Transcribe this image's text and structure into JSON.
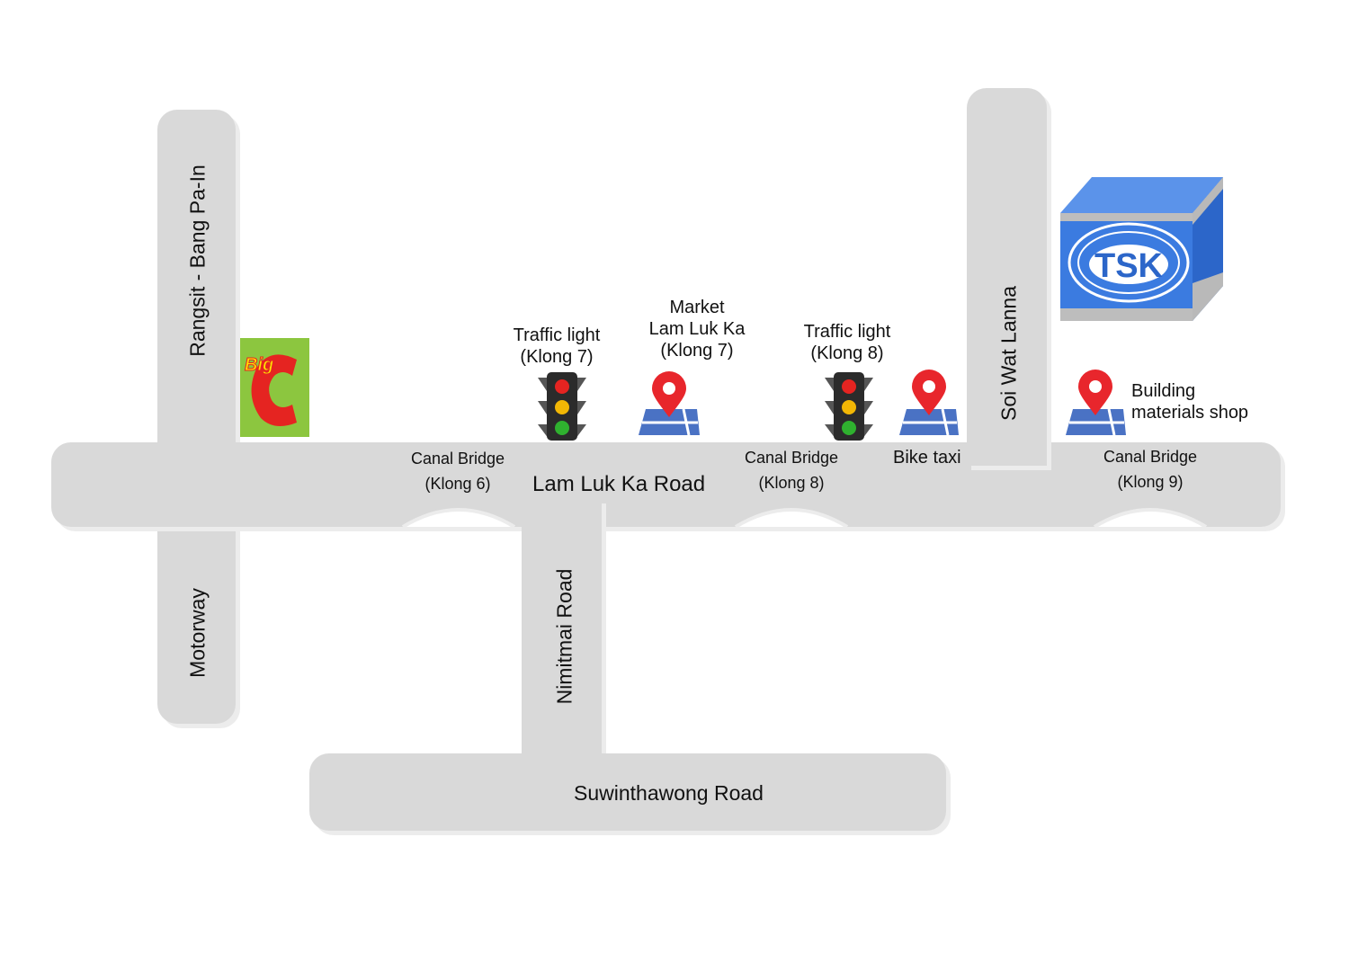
{
  "roads": {
    "rangsit_bang_pa_in": "Rangsit - Bang Pa-In",
    "motorway": "Motorway",
    "lam_luk_ka_road": "Lam Luk Ka Road",
    "nimitmai_road": "Nimitmai Road",
    "suwinthawong_road": "Suwinthawong Road",
    "soi_wat_lanna": "Soi Wat Lanna"
  },
  "bridges": [
    {
      "line1": "Canal Bridge",
      "line2": "(Klong 6)"
    },
    {
      "line1": "Canal Bridge",
      "line2": "(Klong 8)"
    },
    {
      "line1": "Canal Bridge",
      "line2": "(Klong 9)"
    }
  ],
  "landmarks": {
    "traffic_light_7": {
      "line1": "Traffic light",
      "line2": "(Klong 7)"
    },
    "market": {
      "line1": "Market",
      "line2": "Lam Luk Ka",
      "line3": "(Klong 7)"
    },
    "traffic_light_8": {
      "line1": "Traffic light",
      "line2": "(Klong 8)"
    },
    "bike_taxi": "Bike taxi",
    "building_shop": {
      "line1": "Building",
      "line2": "materials shop"
    }
  },
  "logos": {
    "bigc_text": "Big",
    "tsk_text": "TSK"
  },
  "colors": {
    "road": "#d9d9d9",
    "pin": "#e8262c",
    "map_blue": "#4a72c4",
    "tsk_blue": "#3b7be0",
    "bigc_green": "#8cc63f",
    "bigc_red": "#e52421",
    "bigc_yellow": "#ffe600"
  }
}
